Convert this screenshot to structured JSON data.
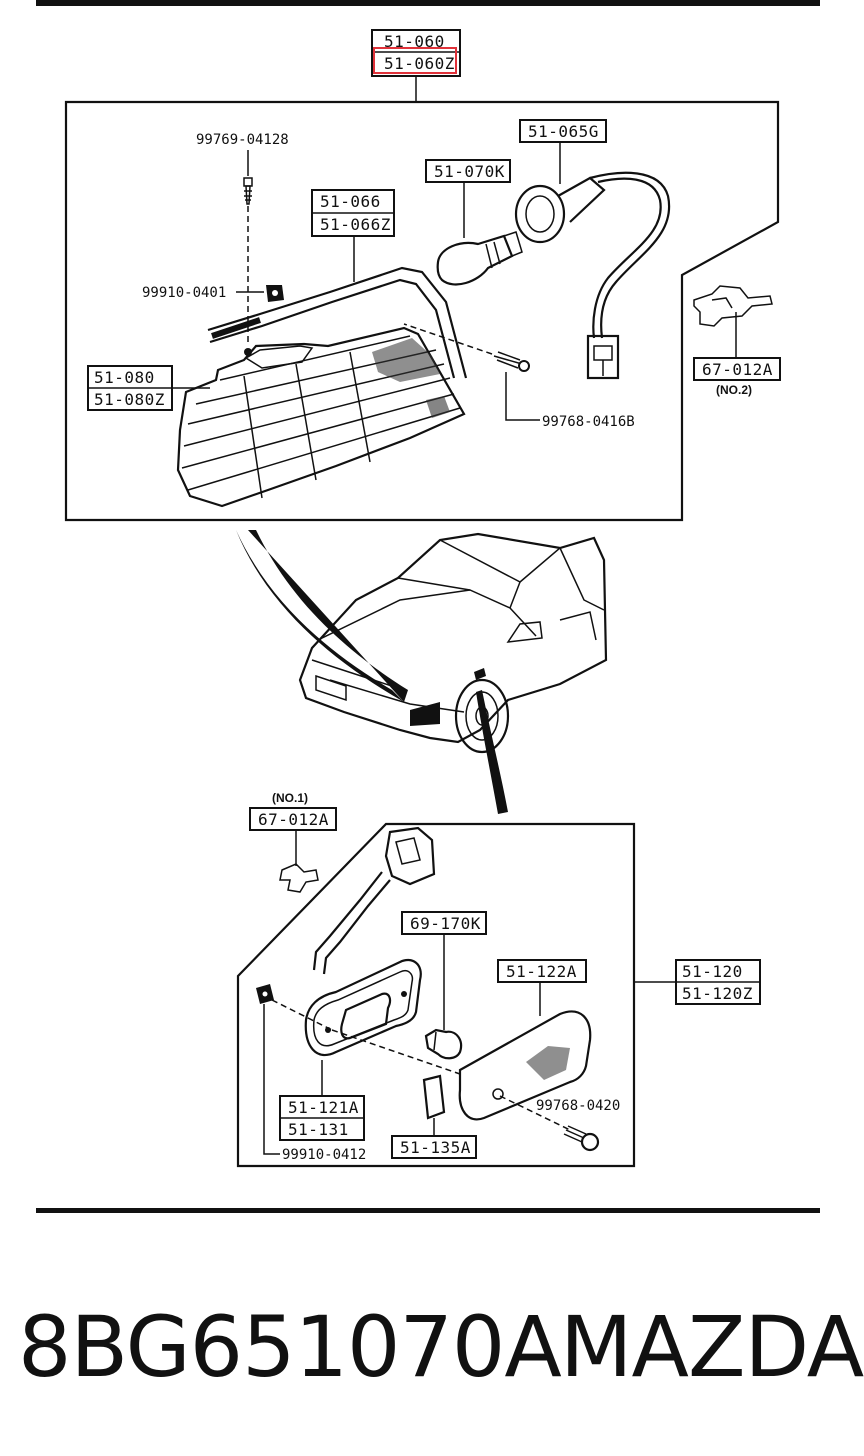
{
  "top_assembly": {
    "part_numbers": [
      "51-060",
      "51-060Z"
    ],
    "highlighted_part": "51-060Z"
  },
  "upper_callouts": {
    "screw_top": "99769-04128",
    "socket": "51-065G",
    "bulb": "51-070K",
    "gasket_1": "51-066",
    "gasket_2": "51-066Z",
    "nut": "99910-0401",
    "lens_1": "51-080",
    "lens_2": "51-080Z",
    "screw_side": "99768-0416B",
    "clip_2": "67-012A",
    "clip_2_note": "(NO.2)"
  },
  "lower_callouts": {
    "clip_1_note": "(NO.1)",
    "clip_1": "67-012A",
    "bulb": "69-170K",
    "lens": "51-122A",
    "assembly_1": "51-120",
    "assembly_2": "51-120Z",
    "gasket_1": "51-121A",
    "gasket_2": "51-131",
    "screw": "99768-0420",
    "nut": "99910-0412",
    "reflector": "51-135A"
  },
  "colors": {
    "highlight": "#e0323a",
    "ink": "#111111"
  },
  "footer": {
    "part_number": "8BG651070A",
    "brand": "MAZDA"
  }
}
